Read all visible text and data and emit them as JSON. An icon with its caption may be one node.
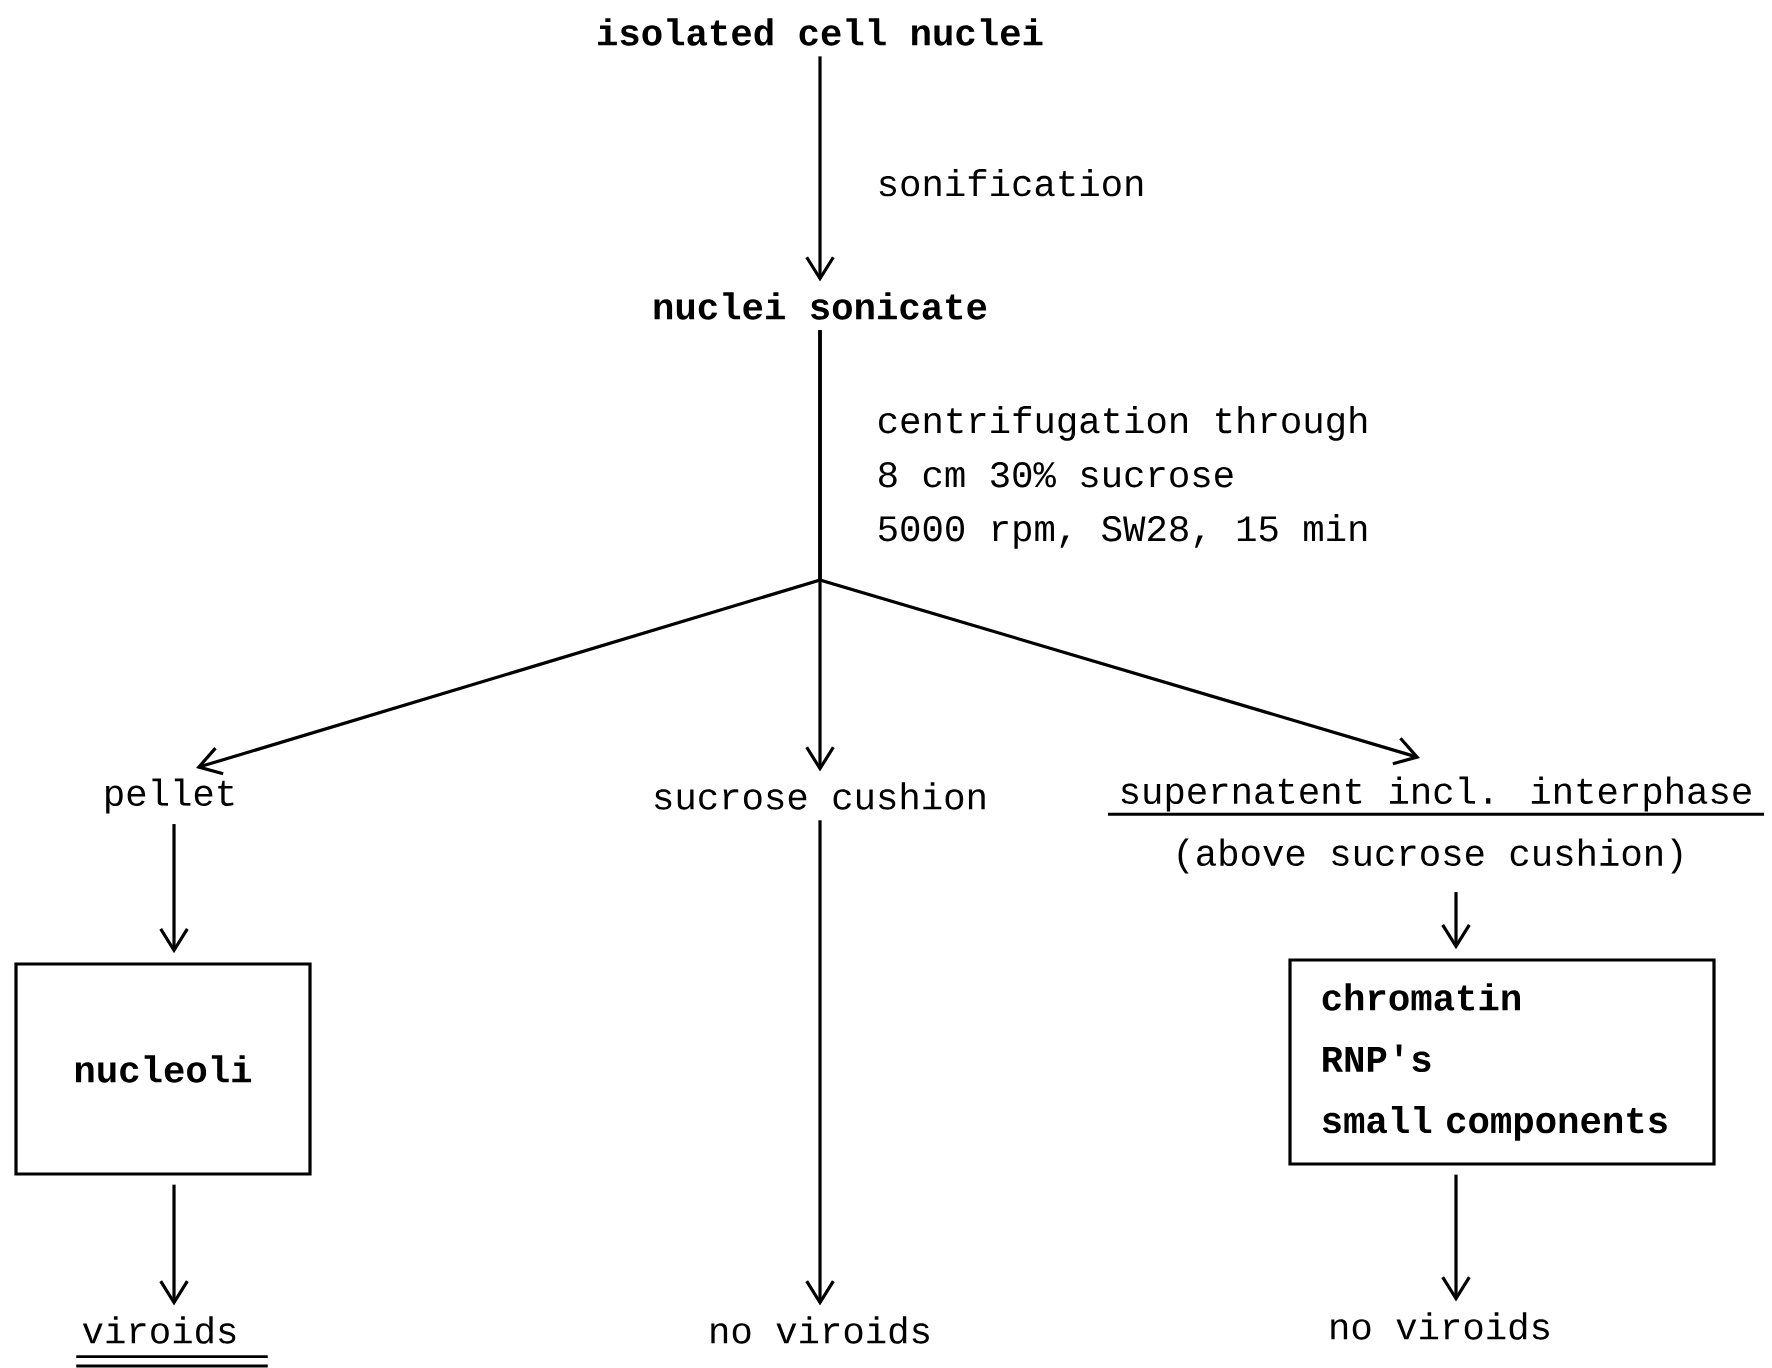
{
  "diagram": {
    "nodes": [
      {
        "text": [
          "isolated cell nuclei"
        ]
      },
      {
        "text": [
          "nuclei sonicate"
        ]
      },
      {
        "text": [
          "pellet"
        ]
      },
      {
        "text": [
          "sucrose cushion"
        ]
      },
      {
        "text": [
          "supernatent incl. interphase",
          "(above sucrose cushion)"
        ]
      },
      {
        "text": [
          "nucleoli"
        ]
      },
      {
        "text": [
          "chromatin",
          "RNP's",
          "small components"
        ]
      },
      {
        "text": [
          "viroids"
        ]
      },
      {
        "text": [
          "no viroids"
        ]
      },
      {
        "text": [
          "no viroids"
        ]
      }
    ],
    "edges": [
      {
        "from": 0,
        "to": 1,
        "arrow": "to",
        "label": "sonification"
      },
      {
        "from": 1,
        "to": 2,
        "arrow": "to"
      },
      {
        "from": 1,
        "to": 3,
        "arrow": "to",
        "label": "centrifugation through 8 cm 30% sucrose 5000 rpm, SW28, 15 min"
      },
      {
        "from": 1,
        "to": 4,
        "arrow": "to"
      },
      {
        "from": 2,
        "to": 5,
        "arrow": "to"
      },
      {
        "from": 3,
        "to": 8,
        "arrow": "to"
      },
      {
        "from": 4,
        "to": 6,
        "arrow": "to"
      },
      {
        "from": 5,
        "to": 7,
        "arrow": "to"
      },
      {
        "from": 6,
        "to": 9,
        "arrow": "to"
      }
    ]
  }
}
